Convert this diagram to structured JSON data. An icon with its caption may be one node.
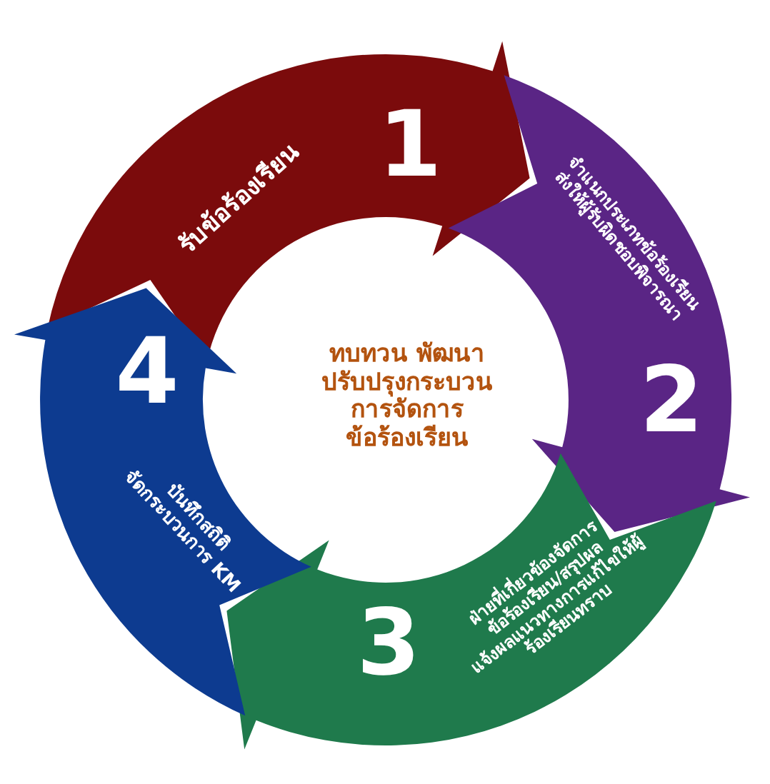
{
  "diagram": {
    "nodes": [
      {
        "text": [
          "1",
          "รับข้อร้องเรียน"
        ]
      },
      {
        "text": [
          "2",
          "จำแนกประเภทข้อร้องเรียน ส่งให้ผู้รับผิดชอบพิจารณา"
        ]
      },
      {
        "text": [
          "3",
          "ฝ่ายที่เกี่ยวข้องจัดการ ข้อร้องเรียน/สรุปผล แจ้งผลแนวทางการแก้ไขให้ผู้ ร้องเรียนทราบ"
        ]
      },
      {
        "text": [
          "4",
          "บันทึกสถิติ จัดกระบวนการ KM"
        ]
      }
    ],
    "labels": [
      "ทบทวน พัฒนา ปรับปรุงกระบวน การจัดการ ข้อร้องเรียน"
    ]
  }
}
